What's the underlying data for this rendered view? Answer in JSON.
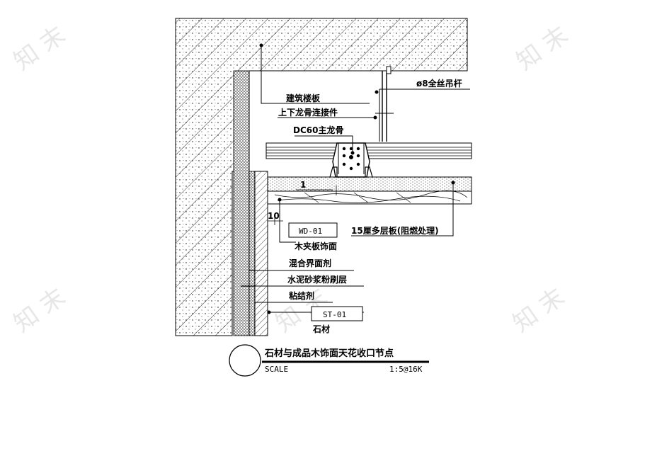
{
  "labels": {
    "building_slab": "建筑楼板",
    "hanger_rod": "ø8全丝吊杆",
    "connector": "上下龙骨连接件",
    "main_keel": "DC60主龙骨",
    "board_15": "15厘多层板(阻燃处理)",
    "wood_veneer": "木夹板饰面",
    "interface_agent": "混合界面剂",
    "cement_mortar": "水泥砂浆粉刷层",
    "adhesive": "粘结剂",
    "stone": "石材"
  },
  "tags": {
    "wd": "WD-01",
    "st": "ST-01"
  },
  "dims": {
    "d1": "1",
    "d10": "10"
  },
  "title_block": {
    "title": "石材与成品木饰面天花收口节点",
    "scale_label": "SCALE",
    "scale_value": "1:5@16K"
  },
  "colors": {
    "line": "#000000",
    "watermark": "#e7e7e7"
  }
}
